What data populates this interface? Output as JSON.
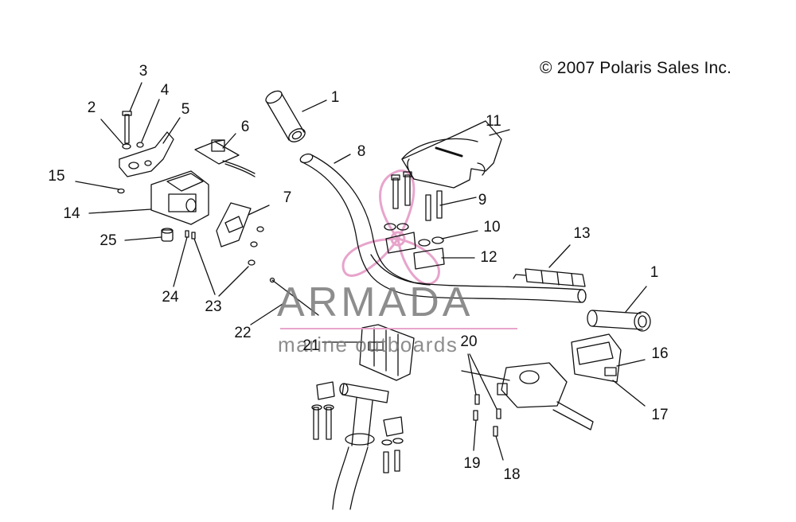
{
  "copyright": "© 2007 Polaris Sales Inc.",
  "watermark": {
    "brand": "ARMADA",
    "subtitle": "marine outboards",
    "accent_color": "#e59bc6",
    "logo_icon": "propeller-logo"
  },
  "callouts": [
    {
      "id": "c1a",
      "label": "1"
    },
    {
      "id": "c1b",
      "label": "1"
    },
    {
      "id": "c2",
      "label": "2"
    },
    {
      "id": "c3",
      "label": "3"
    },
    {
      "id": "c4",
      "label": "4"
    },
    {
      "id": "c5",
      "label": "5"
    },
    {
      "id": "c6",
      "label": "6"
    },
    {
      "id": "c7",
      "label": "7"
    },
    {
      "id": "c8",
      "label": "8"
    },
    {
      "id": "c9",
      "label": "9"
    },
    {
      "id": "c10",
      "label": "10"
    },
    {
      "id": "c11",
      "label": "11"
    },
    {
      "id": "c12",
      "label": "12"
    },
    {
      "id": "c13",
      "label": "13"
    },
    {
      "id": "c14",
      "label": "14"
    },
    {
      "id": "c15",
      "label": "15"
    },
    {
      "id": "c16",
      "label": "16"
    },
    {
      "id": "c17",
      "label": "17"
    },
    {
      "id": "c18",
      "label": "18"
    },
    {
      "id": "c19",
      "label": "19"
    },
    {
      "id": "c20",
      "label": "20"
    },
    {
      "id": "c21",
      "label": "21"
    },
    {
      "id": "c22",
      "label": "22"
    },
    {
      "id": "c23",
      "label": "23"
    },
    {
      "id": "c24",
      "label": "24"
    },
    {
      "id": "c25",
      "label": "25"
    }
  ]
}
